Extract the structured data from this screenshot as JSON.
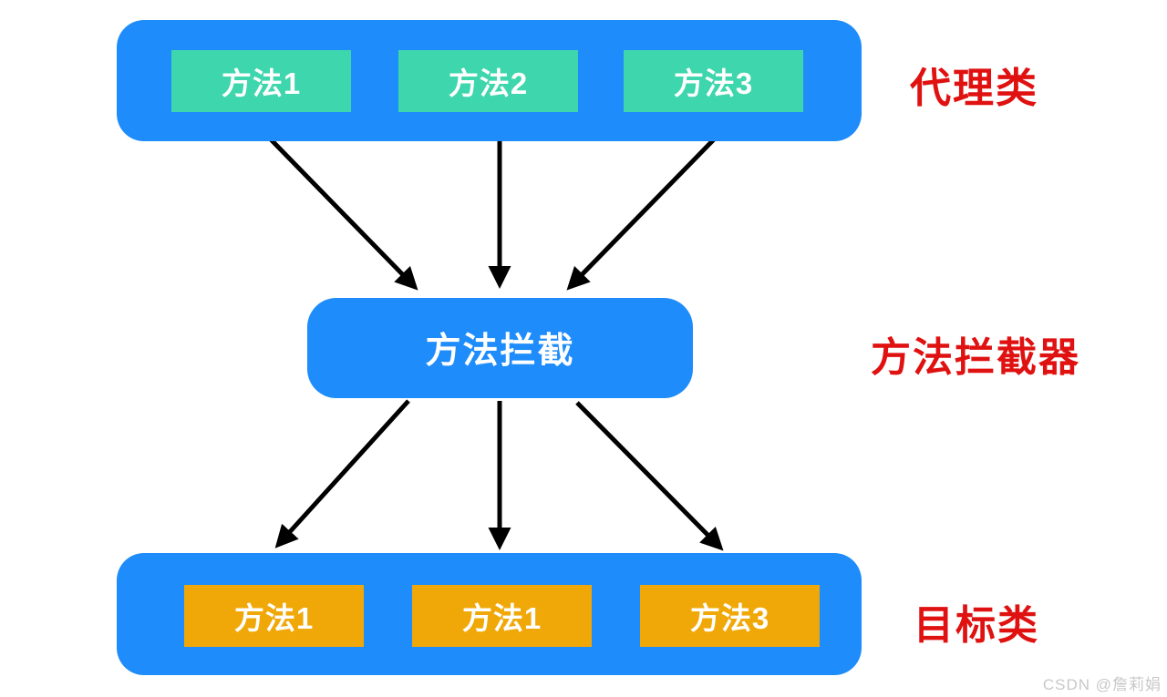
{
  "proxy": {
    "label": "代理类",
    "methods": [
      "方法1",
      "方法2",
      "方法3"
    ]
  },
  "interceptor": {
    "box_text": "方法拦截",
    "label": "方法拦截器"
  },
  "target": {
    "label": "目标类",
    "methods": [
      "方法1",
      "方法1",
      "方法3"
    ]
  },
  "watermark": "CSDN @詹莉娟",
  "colors": {
    "container_blue": "#1e8cfa",
    "method_teal": "#3ed6ac",
    "method_orange": "#f0a808",
    "label_red": "#e01111",
    "arrow_black": "#000000",
    "background": "#ffffff"
  }
}
